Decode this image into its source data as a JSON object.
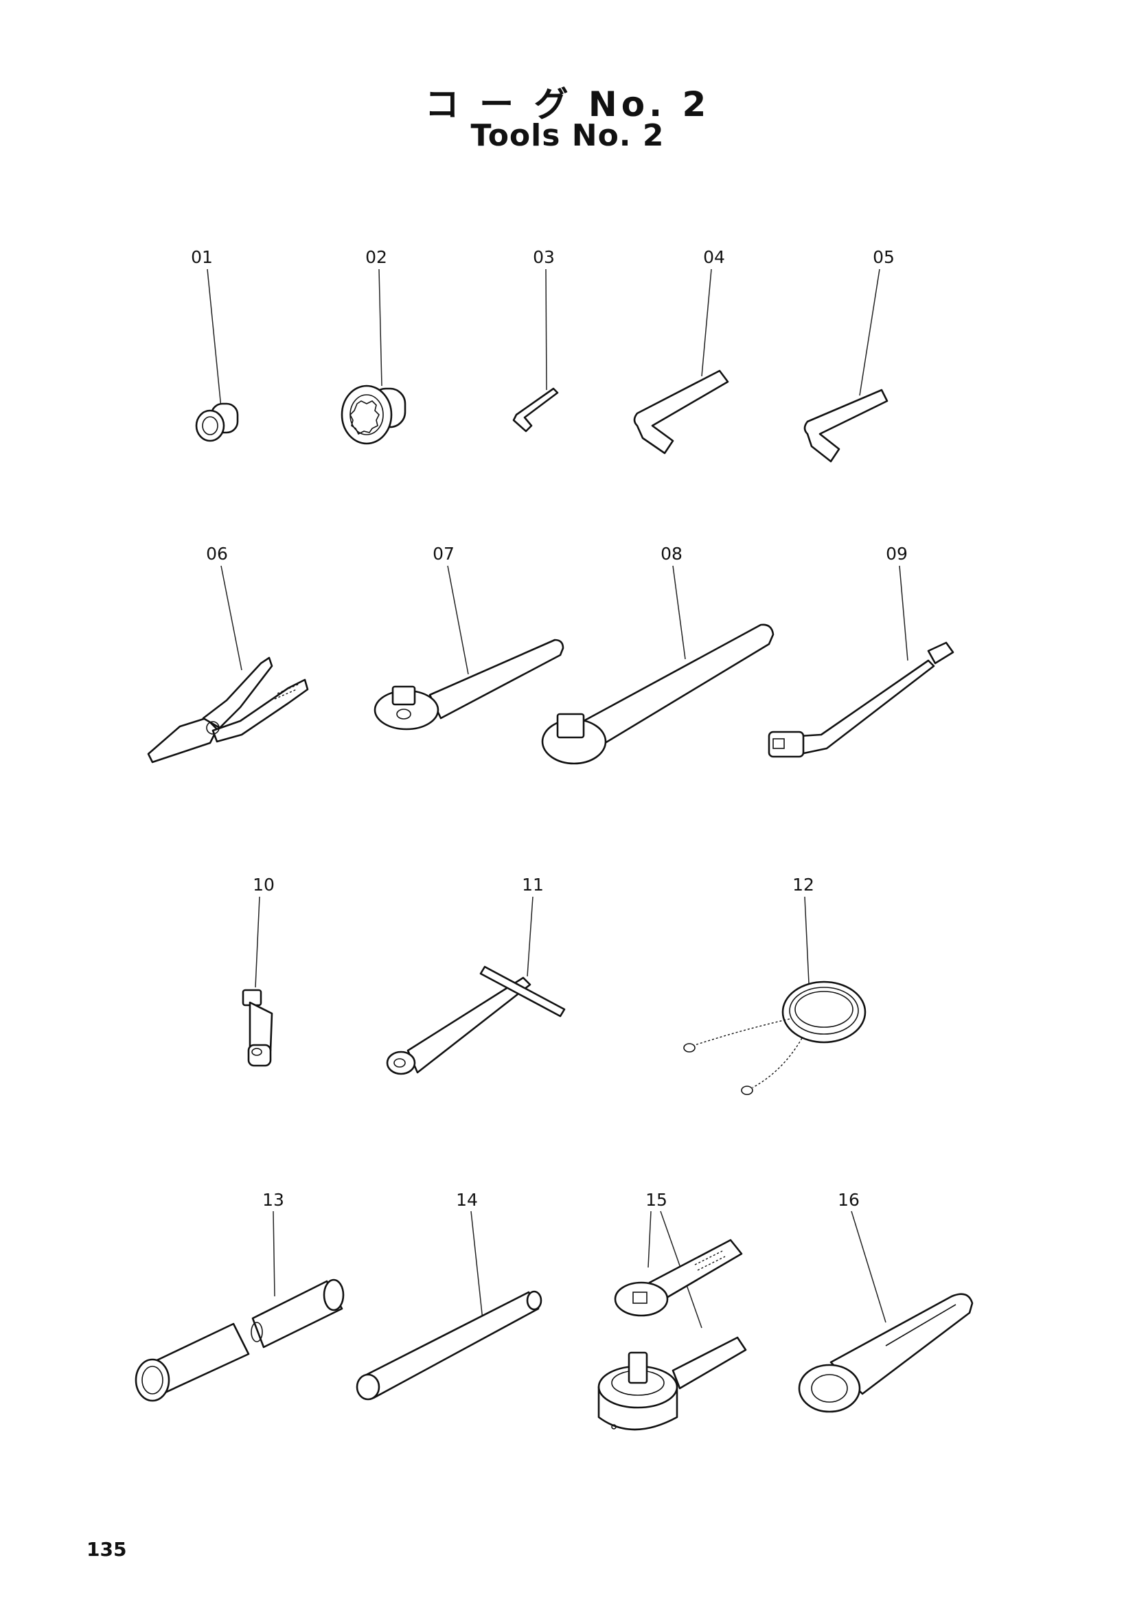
{
  "page": {
    "title_jp": "コ ー グ No. 2",
    "title_en": "Tools No. 2",
    "page_number": "135"
  },
  "callouts": [
    "01",
    "02",
    "03",
    "04",
    "05",
    "06",
    "07",
    "08",
    "09",
    "10",
    "11",
    "12",
    "13",
    "14",
    "15",
    "16"
  ]
}
